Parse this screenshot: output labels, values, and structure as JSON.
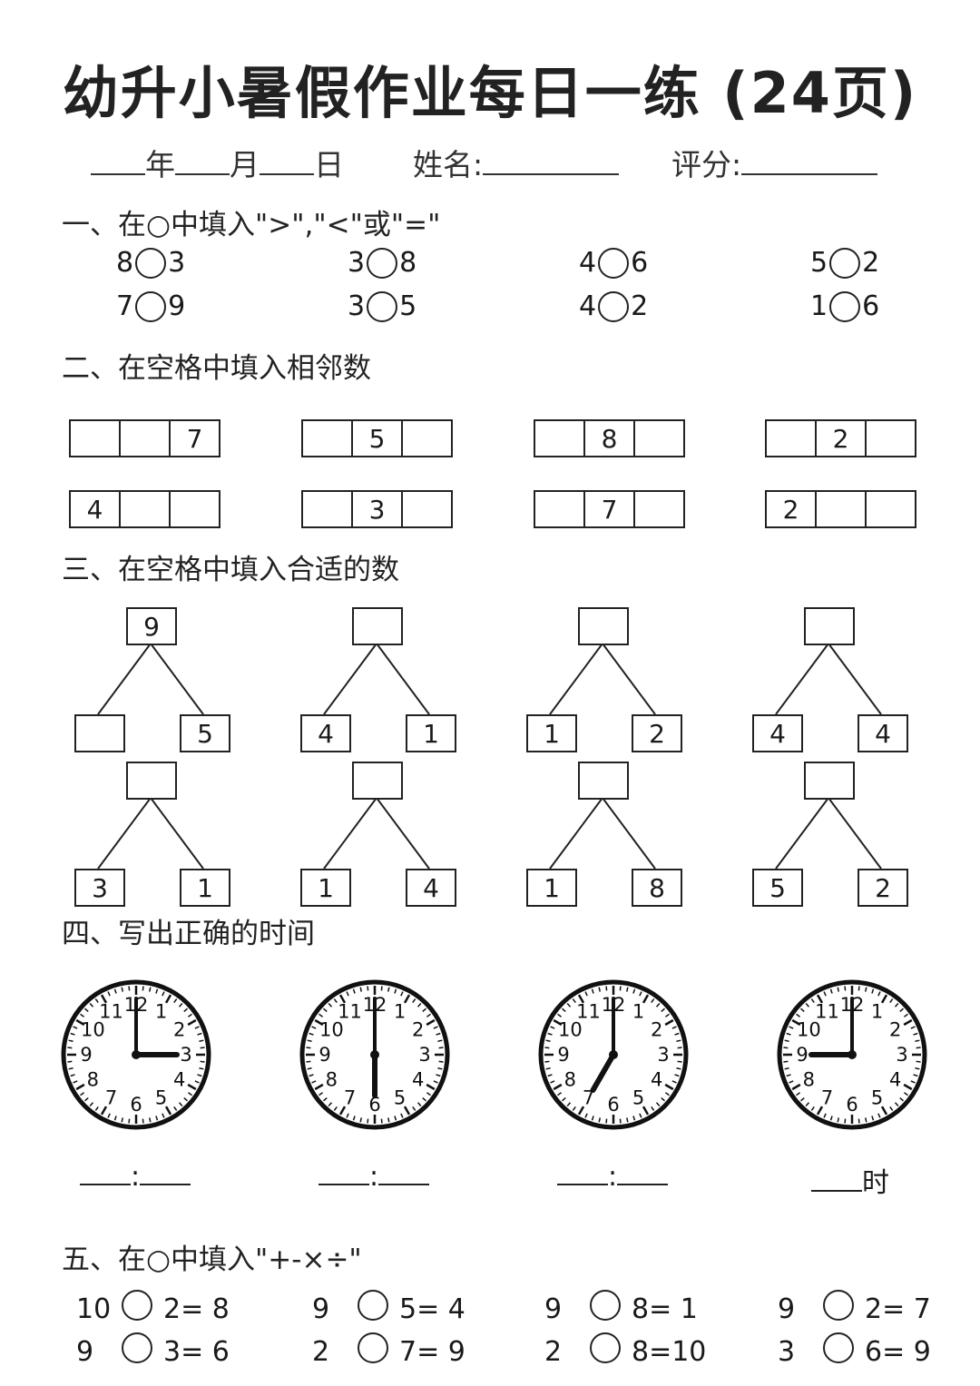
{
  "title": "幼升小暑假作业每日一练 (24页)",
  "info": {
    "year": "年",
    "month": "月",
    "day": "日",
    "name": "姓名:",
    "score": "评分:"
  },
  "section1": {
    "heading": "一、在○中填入\">\",\"<\"或\"=\"",
    "items": [
      {
        "l": "8",
        "r": "3"
      },
      {
        "l": "3",
        "r": "8"
      },
      {
        "l": "4",
        "r": "6"
      },
      {
        "l": "5",
        "r": "2"
      },
      {
        "l": "7",
        "r": "9"
      },
      {
        "l": "3",
        "r": "5"
      },
      {
        "l": "4",
        "r": "2"
      },
      {
        "l": "1",
        "r": "6"
      }
    ]
  },
  "section2": {
    "heading": "二、在空格中填入相邻数",
    "strips": [
      [
        "",
        "",
        "7"
      ],
      [
        "",
        "5",
        ""
      ],
      [
        "",
        "8",
        ""
      ],
      [
        "",
        "2",
        ""
      ],
      [
        "4",
        "",
        ""
      ],
      [
        "",
        "3",
        ""
      ],
      [
        "",
        "7",
        ""
      ],
      [
        "2",
        "",
        ""
      ]
    ]
  },
  "section3": {
    "heading": "三、在空格中填入合适的数",
    "trees": [
      {
        "top": "9",
        "left": "",
        "right": "5"
      },
      {
        "top": "",
        "left": "4",
        "right": "1"
      },
      {
        "top": "",
        "left": "1",
        "right": "2"
      },
      {
        "top": "",
        "left": "4",
        "right": "4"
      },
      {
        "top": "",
        "left": "3",
        "right": "1"
      },
      {
        "top": "",
        "left": "1",
        "right": "4"
      },
      {
        "top": "",
        "left": "1",
        "right": "8"
      },
      {
        "top": "",
        "left": "5",
        "right": "2"
      }
    ]
  },
  "section4": {
    "heading": "四、写出正确的时间",
    "clock_numbers": [
      "12",
      "1",
      "2",
      "3",
      "4",
      "5",
      "6",
      "7",
      "8",
      "9",
      "10",
      "11"
    ],
    "clocks": [
      {
        "hour": 3,
        "minute": 0
      },
      {
        "hour": 6,
        "minute": 0
      },
      {
        "hour": 7,
        "minute": 0
      },
      {
        "hour": 9,
        "minute": 0
      }
    ],
    "answers": [
      ":",
      ":",
      ":",
      "时"
    ]
  },
  "section5": {
    "heading": "五、在○中填入\"+-×÷\"",
    "items": [
      {
        "a": "10",
        "b": "2= 8"
      },
      {
        "a": "9",
        "b": "5= 4"
      },
      {
        "a": "9",
        "b": "8= 1"
      },
      {
        "a": "9",
        "b": "2= 7"
      },
      {
        "a": "9",
        "b": "3= 6"
      },
      {
        "a": "2",
        "b": "7= 9"
      },
      {
        "a": "2",
        "b": "8=10"
      },
      {
        "a": "3",
        "b": "6= 9"
      }
    ]
  }
}
